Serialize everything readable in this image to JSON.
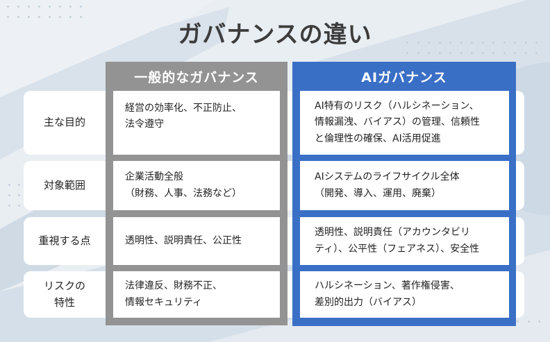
{
  "title": "ガバナンスの違い",
  "columns": {
    "general": {
      "header": "一般的なガバナンス",
      "color": "#939393"
    },
    "ai": {
      "header": "AIガバナンス",
      "color": "#3a6fc6"
    }
  },
  "rows": [
    {
      "label": "主な目的",
      "general": "経営の効率化、不正防止、\n法令遵守",
      "ai": "AI特有のリスク（ハルシネーション、\n情報漏洩、バイアス）の管理、信頼性\nと倫理性の確保、AI活用促進"
    },
    {
      "label": "対象範囲",
      "general": "企業活動全般\n（財務、人事、法務など）",
      "ai": "AIシステムのライフサイクル全体\n（開発、導入、運用、廃棄）"
    },
    {
      "label": "重視する点",
      "general": "透明性、説明責任、公正性",
      "ai": "透明性、説明責任（アカウンタビリ\nティ）、公平性（フェアネス）、安全性"
    },
    {
      "label": "リスクの\n特性",
      "general": "法律違反、財務不正、\n情報セキュリティ",
      "ai": "ハルシネーション、著作権侵害、\n差別的出力（バイアス）"
    }
  ]
}
